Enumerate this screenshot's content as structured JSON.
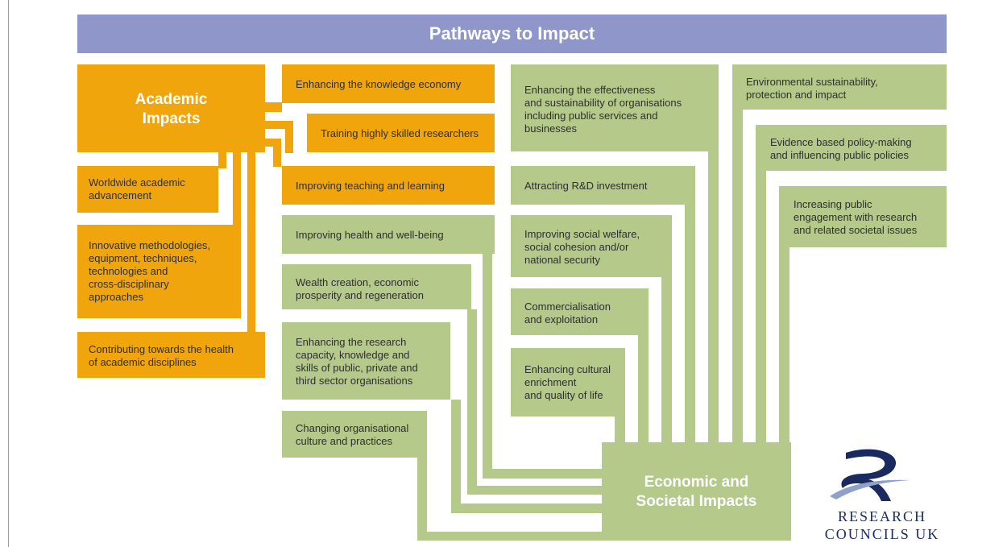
{
  "title": "Pathways to Impact",
  "colors": {
    "academic": "#f1a50d",
    "societal": "#b4c98a",
    "title_bar": "#8f96c9",
    "logo": "#1a2a5e"
  },
  "academic_hub": {
    "label": "Academic\nImpacts"
  },
  "academic_items": [
    "Worldwide academic\nadvancement",
    "Innovative methodologies,\nequipment, techniques,\ntechnologies and\ncross-disciplinary\napproaches",
    "Contributing towards the health\nof academic disciplines"
  ],
  "col2_orange": [
    "Enhancing the knowledge economy",
    "Training highly skilled researchers",
    "Improving teaching and learning"
  ],
  "col2_green": [
    "Improving health and well-being",
    "Wealth creation, economic\nprosperity and regeneration",
    "Enhancing the research\ncapacity, knowledge and\nskills of public, private and\nthird sector organisations",
    "Changing organisational\nculture and practices"
  ],
  "col3": [
    "Enhancing the effectiveness\nand sustainability of organisations\nincluding public services and\nbusinesses",
    "Attracting R&D investment",
    "Improving social welfare,\nsocial cohesion and/or\nnational security",
    "Commercialisation\nand exploitation",
    "Enhancing cultural\nenrichment\nand quality of life"
  ],
  "col4": [
    "Environmental sustainability,\nprotection and impact",
    "Evidence based policy-making\nand influencing public policies",
    "Increasing public\nengagement with research\nand related societal issues"
  ],
  "societal_hub": {
    "label": "Economic and\nSocietal Impacts"
  },
  "logo": {
    "text": "RESEARCH\nCOUNCILS UK",
    "icon": "rcuk-r-logo-icon"
  }
}
